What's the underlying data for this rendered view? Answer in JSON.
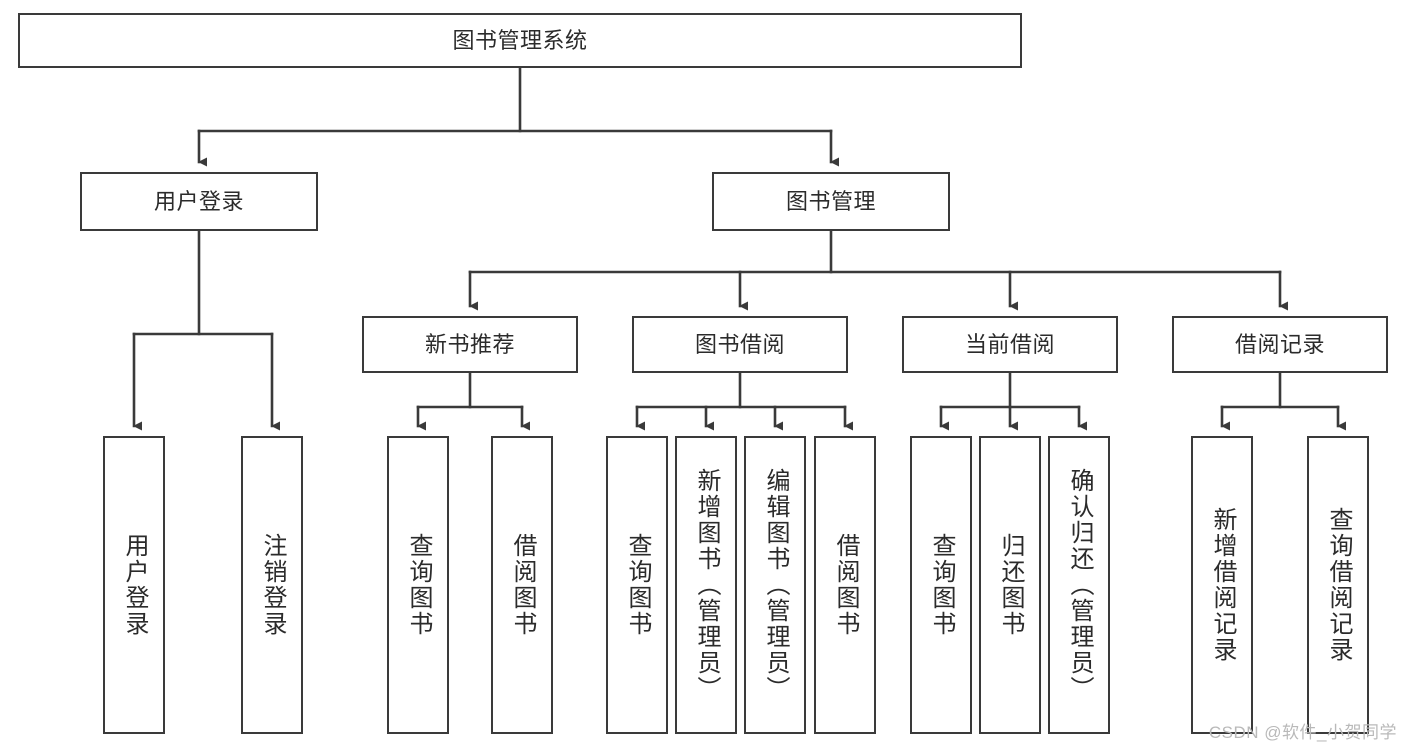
{
  "diagram": {
    "type": "tree",
    "title": "图书管理系统",
    "watermark": "CSDN @软件_小贺同学",
    "root": {
      "id": "root",
      "label": "图书管理系统"
    },
    "level2": [
      {
        "id": "user-login",
        "label": "用户登录"
      },
      {
        "id": "book-manage",
        "label": "图书管理"
      }
    ],
    "level3": [
      {
        "id": "new-book-recommend",
        "label": "新书推荐"
      },
      {
        "id": "book-borrow",
        "label": "图书借阅"
      },
      {
        "id": "current-borrow",
        "label": "当前借阅"
      },
      {
        "id": "borrow-record",
        "label": "借阅记录"
      }
    ],
    "leaves": {
      "user_login": [
        {
          "id": "leaf-user-login",
          "label": "用户登录"
        },
        {
          "id": "leaf-logout-login",
          "label": "注销登录"
        }
      ],
      "new_book_recommend": [
        {
          "id": "leaf-query-book-1",
          "label": "查询图书"
        },
        {
          "id": "leaf-borrow-book-1",
          "label": "借阅图书"
        }
      ],
      "book_borrow": [
        {
          "id": "leaf-query-book-2",
          "label": "查询图书"
        },
        {
          "id": "leaf-add-book",
          "label": "新增图书（管理员）"
        },
        {
          "id": "leaf-edit-book",
          "label": "编辑图书（管理员）"
        },
        {
          "id": "leaf-borrow-book-2",
          "label": "借阅图书"
        }
      ],
      "current_borrow": [
        {
          "id": "leaf-query-book-3",
          "label": "查询图书"
        },
        {
          "id": "leaf-return-book",
          "label": "归还图书"
        },
        {
          "id": "leaf-confirm-return",
          "label": "确认归还（管理员）"
        }
      ],
      "borrow_record": [
        {
          "id": "leaf-add-borrow-record",
          "label": "新增借阅记录"
        },
        {
          "id": "leaf-query-borrow-record",
          "label": "查询借阅记录"
        }
      ]
    },
    "colors": {
      "stroke": "#3a3a3a",
      "text": "#2b2b2b",
      "background": "#ffffff",
      "watermark": "#b9b9b9"
    }
  }
}
